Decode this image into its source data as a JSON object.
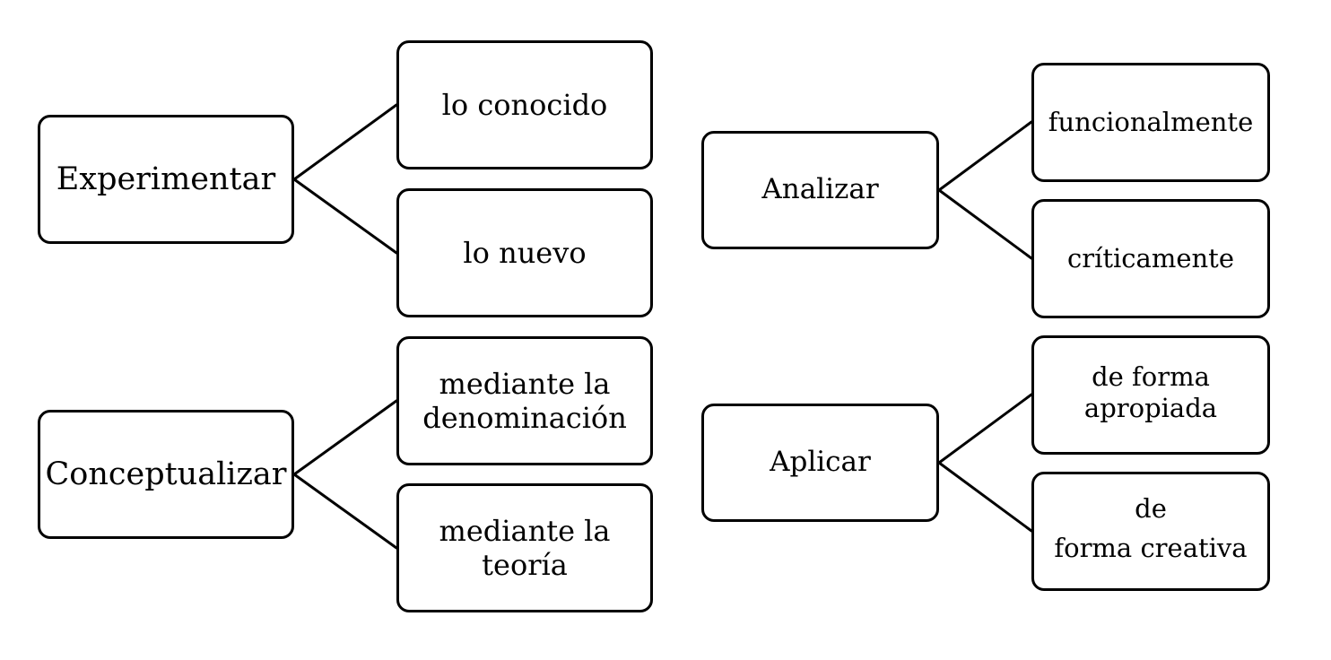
{
  "groups": [
    {
      "root": "Experimentar",
      "children": [
        "lo conocido",
        "lo nuevo"
      ]
    },
    {
      "root": "Conceptualizar",
      "children": [
        "mediante la\ndenominación",
        "mediante la\nteoría"
      ]
    },
    {
      "root": "Analizar",
      "children": [
        "funcionalmente",
        "críticamente"
      ]
    },
    {
      "root": "Aplicar",
      "children": [
        "de forma\napropiada",
        "de\nforma creativa"
      ]
    }
  ],
  "colors": {
    "stroke": "#000000",
    "background": "#ffffff"
  }
}
